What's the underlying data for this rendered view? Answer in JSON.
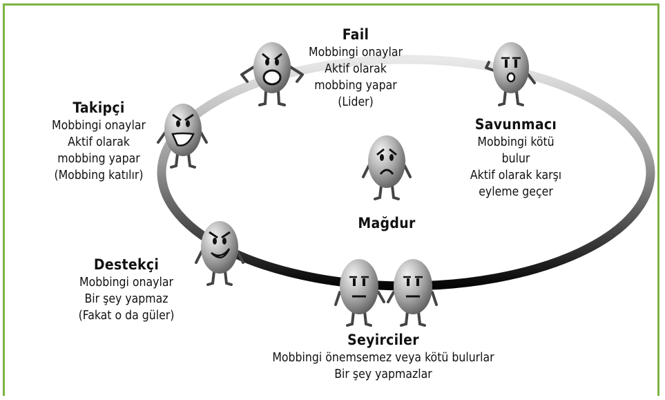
{
  "accent_color": "#7cb342",
  "roles": {
    "fail": {
      "title": "Fail",
      "lines": [
        "Mobbingi onaylar",
        "Aktif olarak",
        "mobbing yapar",
        "(Lider)"
      ],
      "face": "angry-shouting"
    },
    "takipci": {
      "title": "Takipçi",
      "lines": [
        "Mobbingi onaylar",
        "Aktif olarak",
        "mobbing yapar",
        "(Mobbing katılır)"
      ],
      "face": "grinning-mean"
    },
    "savunmaci": {
      "title": "Savunmacı",
      "lines": [
        "Mobbingi kötü",
        "bulur",
        "Aktif olarak karşı",
        "eyleme geçer"
      ],
      "face": "surprised"
    },
    "magdur": {
      "title": "Mağdur",
      "lines": [],
      "face": "sad"
    },
    "destekci": {
      "title": "Destekçi",
      "lines": [
        "Mobbingi onaylar",
        "Bir şey yapmaz",
        "(Fakat o da güler)"
      ],
      "face": "smirking"
    },
    "seyirciler": {
      "title": "Seyirciler",
      "lines": [
        "Mobbingi önemsemez veya kötü bulurlar",
        "Bir şey yapmazlar"
      ],
      "face": "neutral-pair"
    }
  }
}
